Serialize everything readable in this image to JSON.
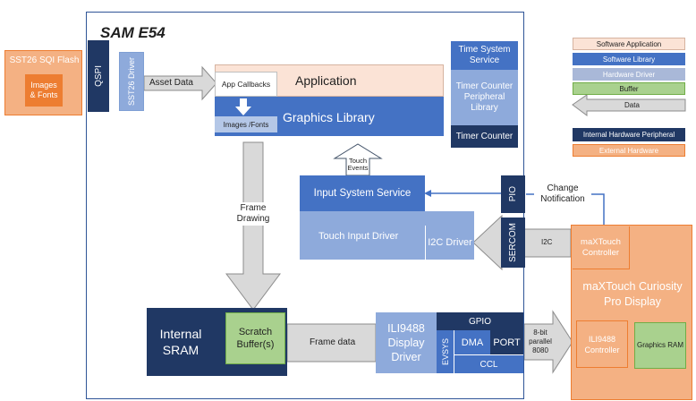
{
  "colors": {
    "software_application": "#fbe3d6",
    "software_library": "#4472c4",
    "software_library_light": "#8eaadb",
    "hardware_driver": "#a9b8d8",
    "buffer": "#a9d18e",
    "data_arrow": "#d9d9d9",
    "internal_peripheral": "#203864",
    "external_hardware": "#f4b183",
    "external_hardware_dark": "#ed7d31"
  },
  "diagram": {
    "title": "SAM E54",
    "sst26_flash": {
      "title": "SST26 SQI Flash",
      "inner": "Images & Fonts"
    },
    "qspi": "QSPI",
    "sst26_driver": "SST26 Driver",
    "asset_data": "Asset Data",
    "application": "Application",
    "app_callbacks": "App Callbacks",
    "graphics_library": "Graphics Library",
    "images_fonts": "Images /Fonts",
    "time_system_service": "Time System Service",
    "timer_counter_peripheral_library": "Timer Counter Peripheral Library",
    "timer_counter": "Timer Counter",
    "touch_events": "Touch Events",
    "frame_drawing": "Frame Drawing",
    "input_system_service": "Input System Service",
    "touch_input_driver": "Touch Input Driver",
    "i2c_driver": "I2C Driver",
    "pio": "PIO",
    "sercom": "SERCOM",
    "change_notification": "Change Notification",
    "i2c": "I2C",
    "internal_sram": "Internal SRAM",
    "scratch_buffer": "Scratch Buffer(s)",
    "frame_data": "Frame data",
    "ili9488_display_driver": "ILI9488 Display Driver",
    "gpio": "GPIO",
    "evsys": "EVSYS",
    "dma": "DMA",
    "port": "PORT",
    "ccl": "CCL",
    "parallel_8080": "8-bit parallel 8080",
    "maxtouch_curiosity_pro_display": "maXTouch Curiosity Pro Display",
    "maxtouch_controller": "maXTouch Controller",
    "ili9488_controller": "ILI9488 Controller",
    "graphics_ram": "Graphics RAM"
  },
  "legend": {
    "software_application": "Software Application",
    "software_library": "Software Library",
    "hardware_driver": "Hardware Driver",
    "buffer": "Buffer",
    "data": "Data",
    "internal_hardware_peripheral": "Internal Hardware Peripheral",
    "external_hardware": "External Hardware"
  }
}
